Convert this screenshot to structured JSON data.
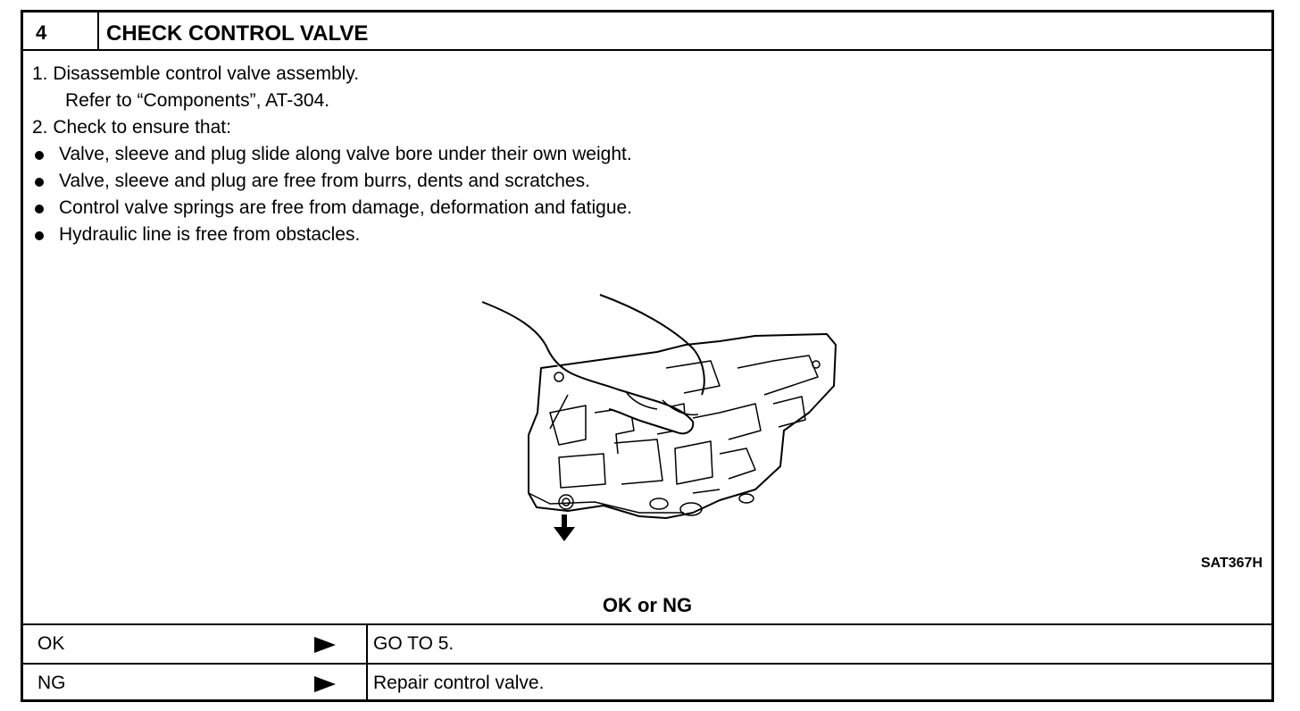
{
  "step": {
    "number": "4",
    "title": "CHECK CONTROL VALVE"
  },
  "instructions": [
    {
      "type": "numbered",
      "text": "1. Disassemble control valve assembly."
    },
    {
      "type": "indent",
      "text": "Refer to “Components”, AT-304."
    },
    {
      "type": "numbered",
      "text": "2. Check to ensure that:"
    },
    {
      "type": "bullet",
      "text": "Valve, sleeve and plug slide along valve bore under their own weight."
    },
    {
      "type": "bullet",
      "text": "Valve, sleeve and plug are free from burrs, dents and scratches."
    },
    {
      "type": "bullet",
      "text": "Control valve springs are free from damage, deformation and fatigue."
    },
    {
      "type": "bullet",
      "text": "Hydraulic line is free from obstacles."
    }
  ],
  "figure": {
    "code": "SAT367H"
  },
  "decision": {
    "title": "OK or NG",
    "rows": [
      {
        "label": "OK",
        "action": "GO TO 5."
      },
      {
        "label": "NG",
        "action": "Repair control valve."
      }
    ]
  }
}
